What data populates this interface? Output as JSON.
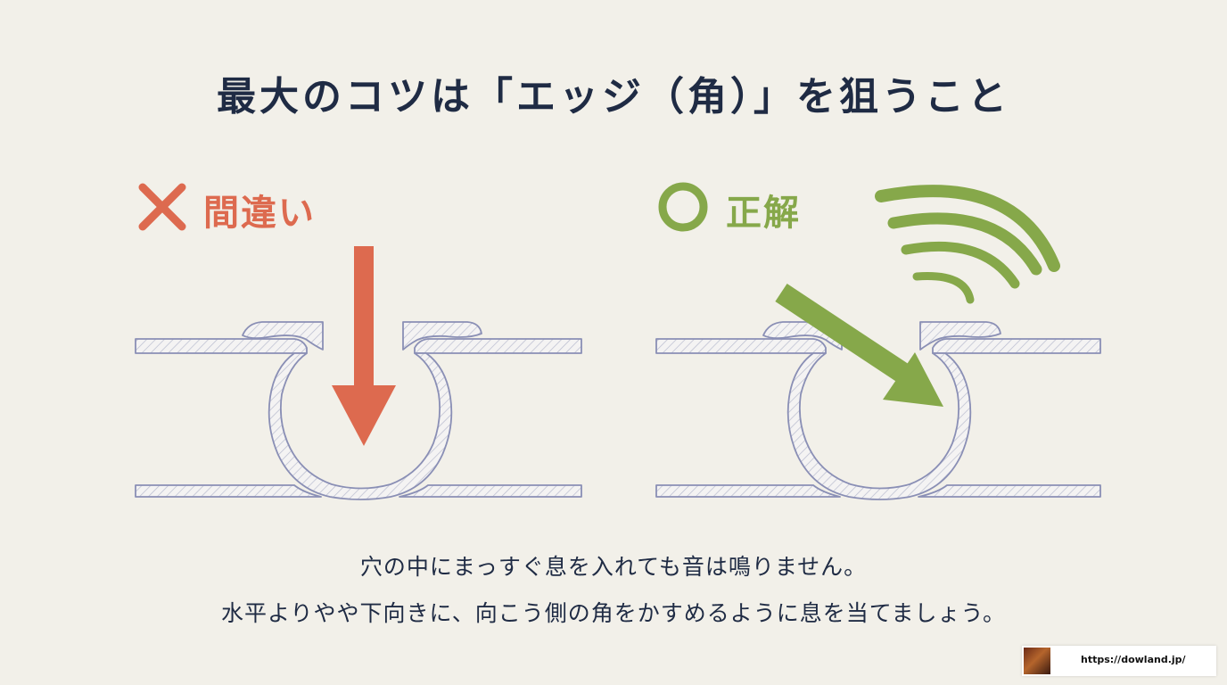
{
  "title": "最大のコツは「エッジ（角）」を狙うこと",
  "panels": {
    "wrong": {
      "label": "間違い",
      "color": "#dd6a4f"
    },
    "correct": {
      "label": "正解",
      "color": "#86a84a"
    }
  },
  "captions": [
    "穴の中にまっすぐ息を入れても音は鳴りません。",
    "水平よりやや下向きに、向こう側の角をかすめるように息を当てましょう。"
  ],
  "footer": {
    "url": "https://dowland.jp/"
  },
  "colors": {
    "background": "#f2f0e9",
    "text": "#1f2b44",
    "outline": "#8a8fb5",
    "hatch": "#b9bccf"
  }
}
